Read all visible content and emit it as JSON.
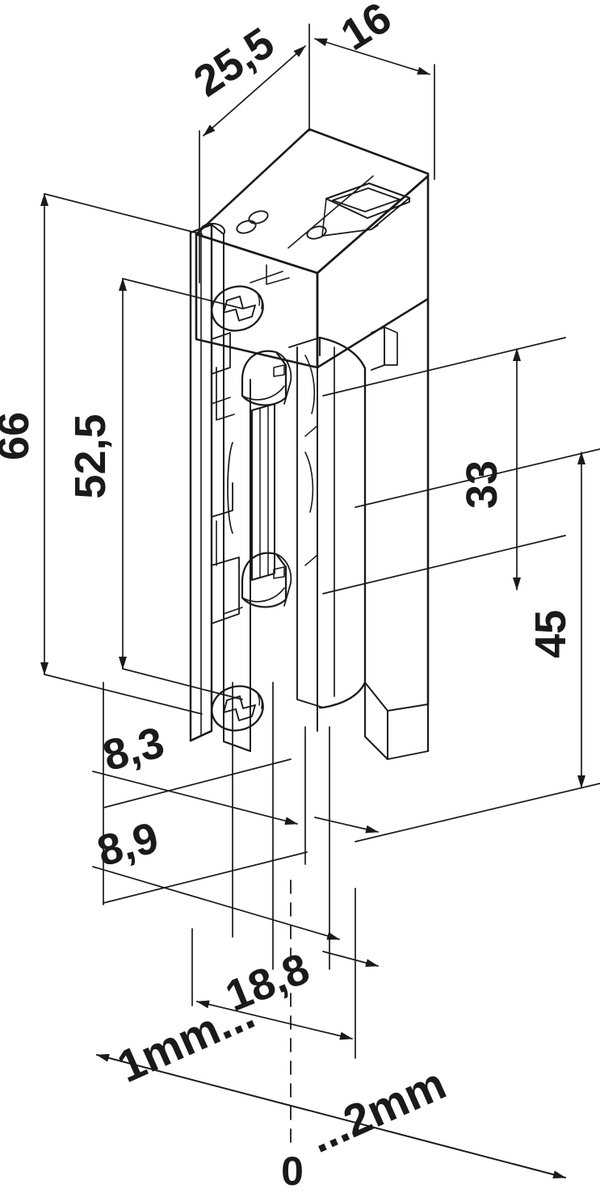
{
  "drawing": {
    "title": "Electric door strike isometric dimension drawing",
    "units": "mm",
    "line_color": "#1a1a1a",
    "text_color": "#1a1a1a",
    "background": "#ffffff",
    "projection": "isometric"
  },
  "dimensions": {
    "depth_top": "25,5",
    "width_top": "16",
    "height_overall": "66",
    "height_screw_centers": "52,5",
    "height_latch_upper": "33",
    "height_latch_lower": "45",
    "offset_a": "8,3",
    "offset_b": "8,9",
    "offset_c": "18,8"
  },
  "scale_axis": {
    "left_label": "1mm...",
    "right_label": "...2mm",
    "origin_label": "0"
  },
  "callouts": [
    {
      "id": "d-25-5",
      "value": "25,5",
      "rotation": -34
    },
    {
      "id": "d-16",
      "value": "16",
      "rotation": -32
    },
    {
      "id": "d-66",
      "value": "66",
      "rotation": -90
    },
    {
      "id": "d-52-5",
      "value": "52,5",
      "rotation": -90
    },
    {
      "id": "d-33",
      "value": "33",
      "rotation": -90
    },
    {
      "id": "d-45",
      "value": "45",
      "rotation": -90
    },
    {
      "id": "d-8-3",
      "value": "8,3",
      "rotation": -18
    },
    {
      "id": "d-8-9",
      "value": "8,9",
      "rotation": -18
    },
    {
      "id": "d-18-8",
      "value": "18,8",
      "rotation": -22
    },
    {
      "id": "d-1mm",
      "value": "1mm...",
      "rotation": -24
    },
    {
      "id": "d-2mm",
      "value": "...2mm",
      "rotation": -24
    },
    {
      "id": "d-0",
      "value": "0",
      "rotation": 0
    }
  ]
}
